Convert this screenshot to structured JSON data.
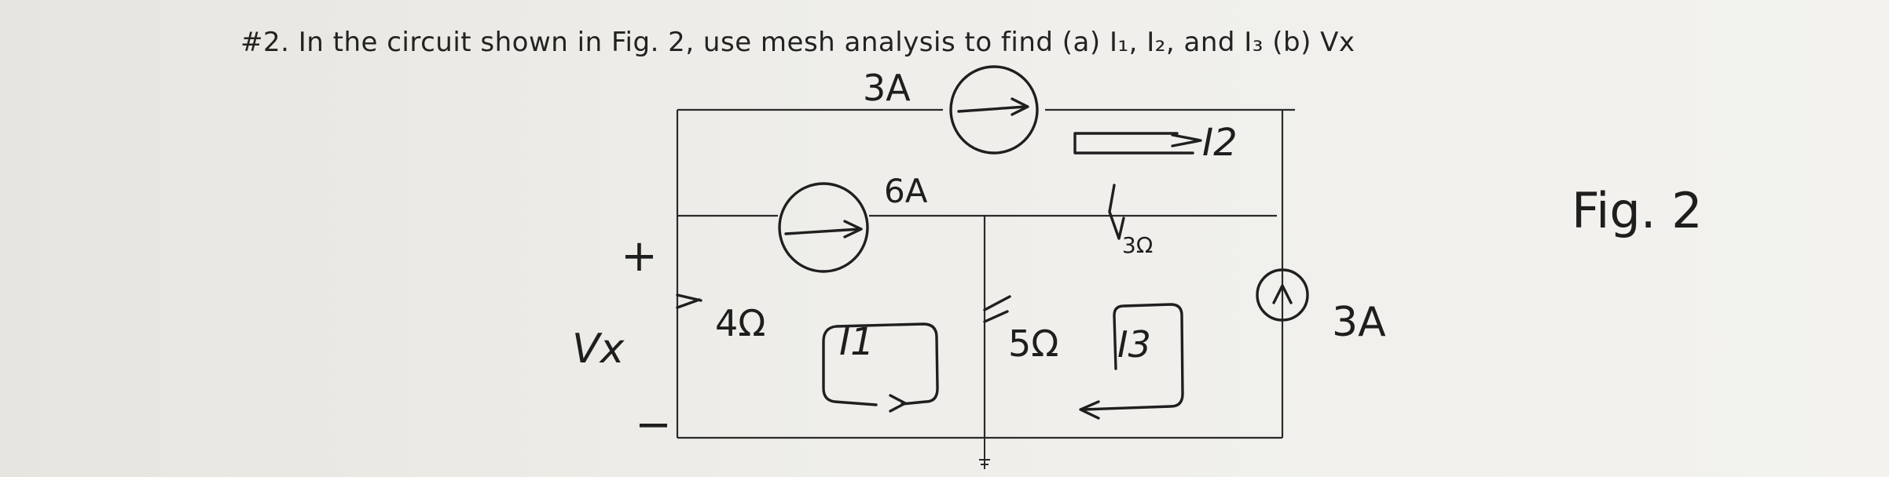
{
  "problem": {
    "text": "#2. In the circuit shown in Fig. 2, use mesh analysis to find (a) I₁, I₂, and I₃ (b) Vx"
  },
  "figure": {
    "caption": "Fig. 2",
    "labels": {
      "source_top": "3A",
      "source_mid": "6A",
      "source_right": "3A",
      "r_left": "4Ω",
      "r_mid": "5Ω",
      "r_top": "3Ω",
      "mesh1": "I1",
      "mesh2": "I2",
      "mesh3": "I3",
      "vx": "Vx",
      "plus": "+",
      "minus": "−"
    }
  }
}
